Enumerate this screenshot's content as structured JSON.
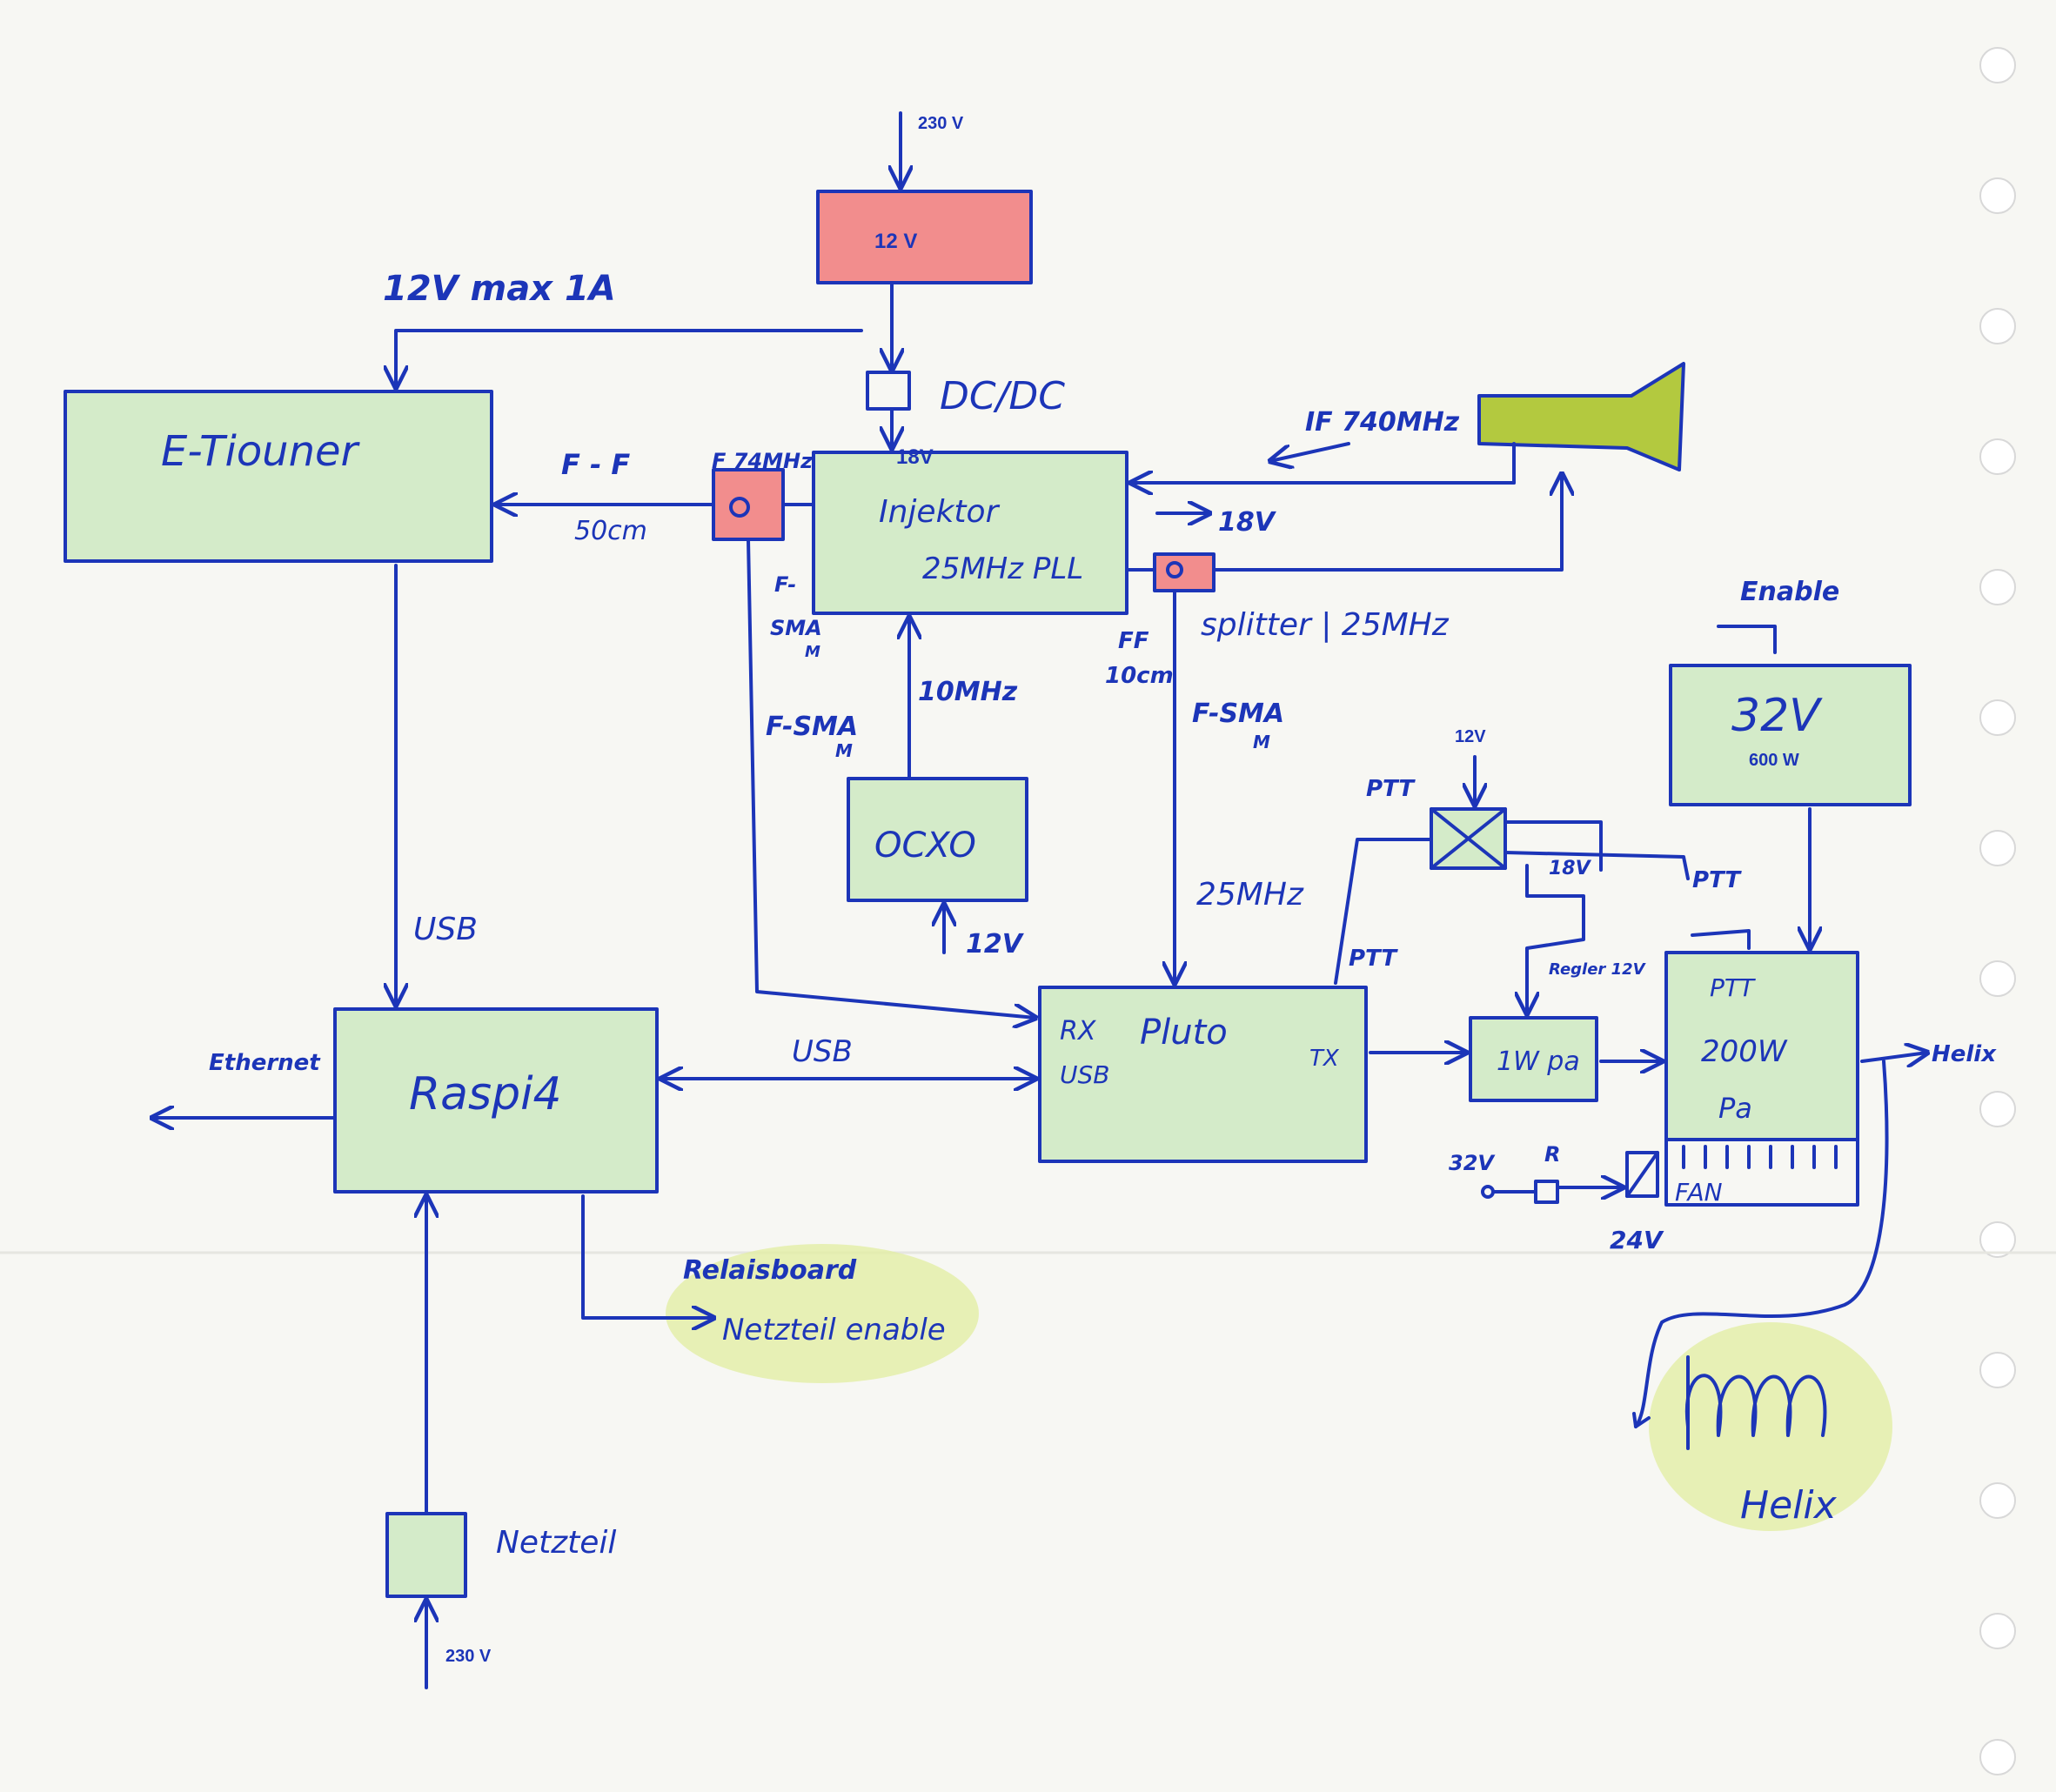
{
  "labels": {
    "mains_top": "230 V",
    "psu12": "12 V",
    "supply_note": "12V max 1A",
    "dcdc": "DC/DC",
    "v18_top": "18V",
    "etuner": "E-Tiouner",
    "ff": "F - F",
    "len50": "50cm",
    "f74": "F 74MHz",
    "injektor1": "Injektor",
    "injektor2": "25MHz PLL",
    "if740": "IF 740MHz",
    "v18_right": "18V",
    "splitter": "splitter | 25MHz",
    "fsma_left1": "F-",
    "fsma_left2": "SMA",
    "fsma_left3": "M",
    "fsma_mid1": "F-SMA",
    "fsma_mid2": "M",
    "mhz10": "10MHz",
    "ff2": "FF",
    "len10": "10cm",
    "fsma_r1": "F-SMA",
    "fsma_r2": "M",
    "enable": "Enable",
    "psu32": "32V",
    "w600": "600 W",
    "v12_ptt": "12V",
    "ptt1": "PTT",
    "ocxo": "OCXO",
    "v12_ocxo": "12V",
    "mhz25": "25MHz",
    "v18_small": "18V",
    "ptt2": "PTT",
    "ptt3": "PTT",
    "regler": "Regler 12V",
    "usb_left": "USB",
    "ethernet": "Ethernet",
    "raspi": "Raspi4",
    "usb_mid": "USB",
    "pluto_rx": "RX",
    "pluto_usb": "USB",
    "pluto": "Pluto",
    "pluto_tx": "TX",
    "pa1w": "1W pa",
    "pa_ptt": "PTT",
    "pa200w": "200W",
    "pa_pa": "Pa",
    "helix_out": "Helix",
    "v32_small": "32V",
    "r": "R",
    "fan": "FAN",
    "v24": "24V",
    "relais1": "Relaisboard",
    "relais2": "Netzteil enable",
    "helix": "Helix",
    "netzteil": "Netzteil",
    "mains_bottom": "230 V"
  },
  "colors": {
    "ink": "#1c35b8",
    "green_fill": "#cfe9c4",
    "red_fill": "#f28d8d",
    "olive_fill": "#b3c93f",
    "yellow_fill": "#e2eda0"
  }
}
